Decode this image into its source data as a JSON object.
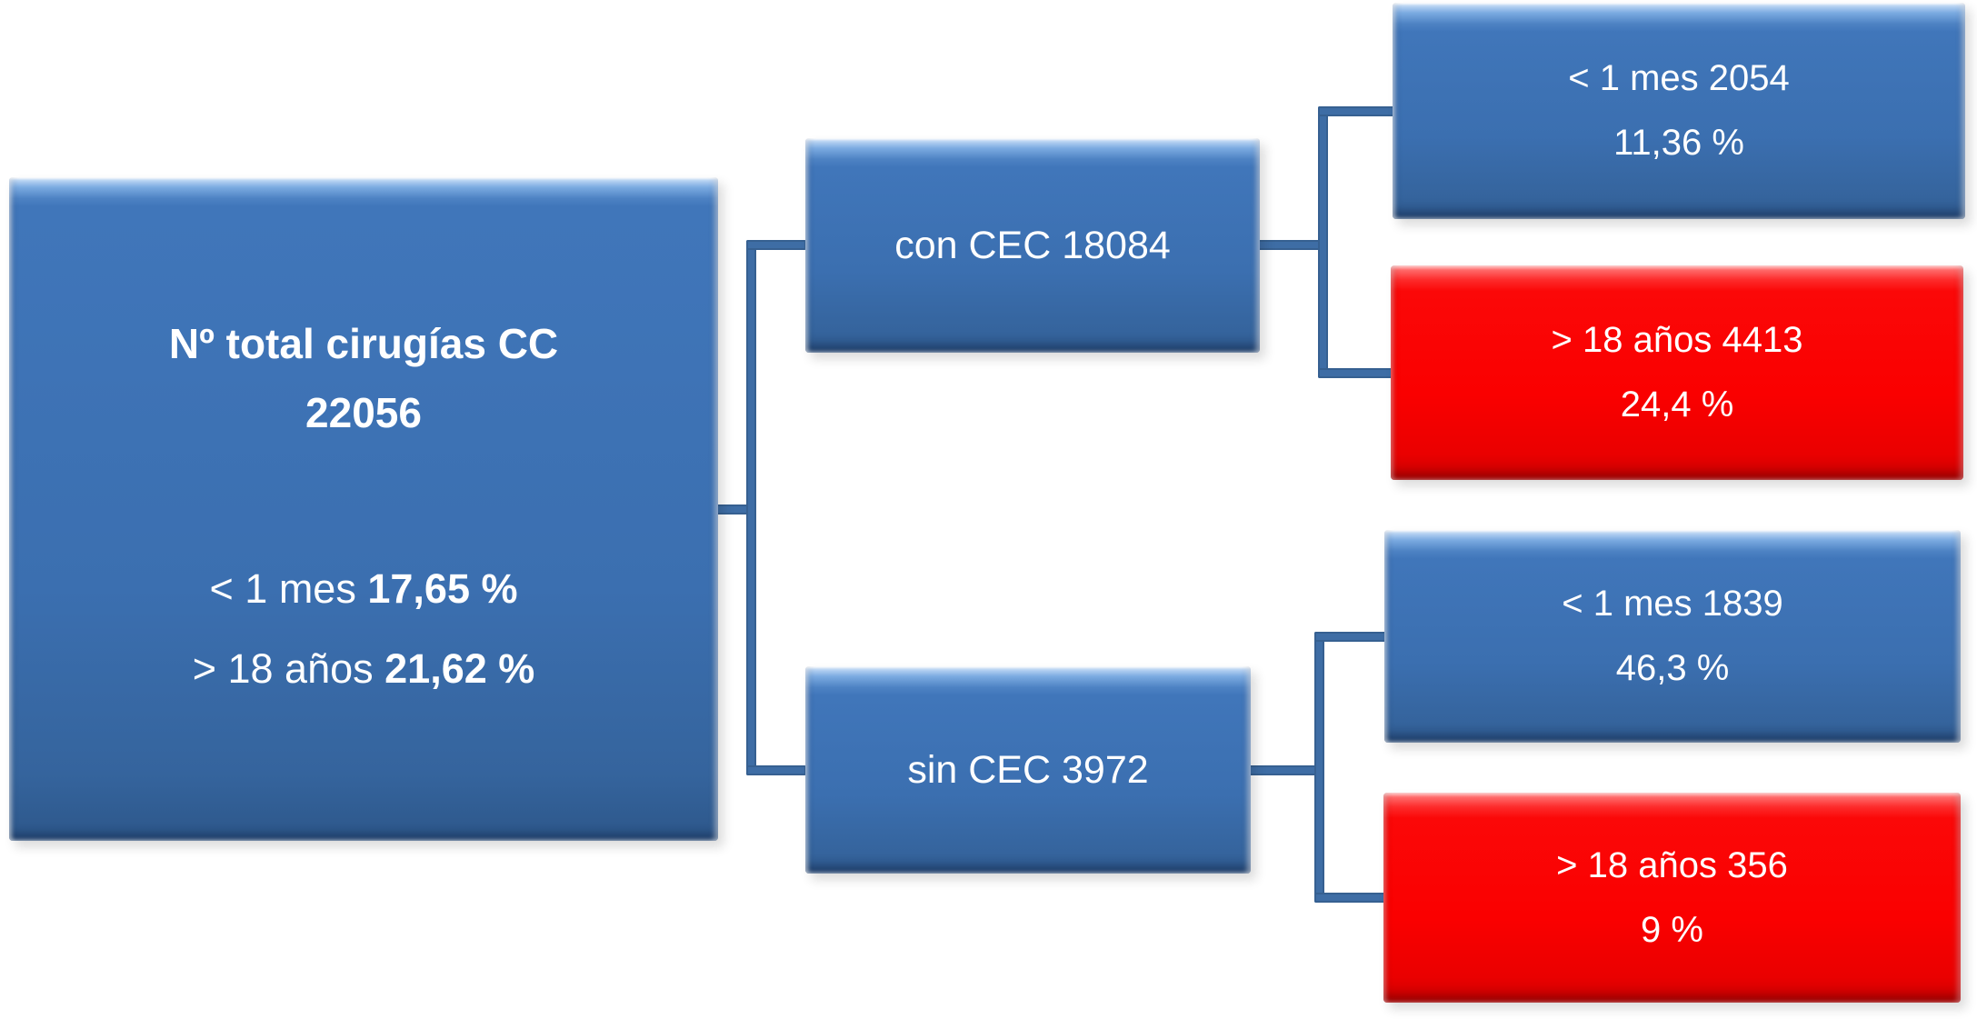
{
  "diagram": {
    "type": "tree-flowchart",
    "colors": {
      "node_blue": "#3b6fb0",
      "node_red": "#fa0000",
      "connector": "#3e6da5",
      "text": "#ffffff",
      "background": "#ffffff"
    },
    "root": {
      "title": "Nº total cirugías CC",
      "total": "22056",
      "stat1_label": "< 1 mes",
      "stat1_value": "17,65 %",
      "stat2_label": "> 18 años",
      "stat2_value": "21,62 %"
    },
    "branch_con": {
      "label": "con CEC 18084",
      "child_blue": {
        "line1": "< 1 mes 2054",
        "line2": "11,36 %"
      },
      "child_red": {
        "line1": "> 18 años 4413",
        "line2": "24,4 %"
      }
    },
    "branch_sin": {
      "label": "sin CEC 3972",
      "child_blue": {
        "line1": "< 1 mes 1839",
        "line2": "46,3 %"
      },
      "child_red": {
        "line1": "> 18 años 356",
        "line2": "9 %"
      }
    }
  }
}
